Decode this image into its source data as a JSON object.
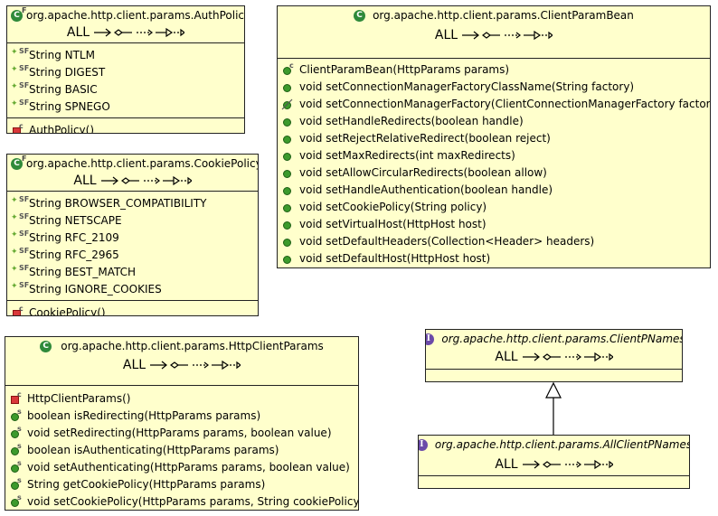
{
  "filter": {
    "all_label": "ALL"
  },
  "classes": {
    "auth_policy": {
      "title": "org.apache.http.client.params.AuthPolicy",
      "icon": "class-icon",
      "modifier": "F",
      "fields": [
        {
          "icon": "static-final-field-icon",
          "text": "String NTLM"
        },
        {
          "icon": "static-final-field-icon",
          "text": "String DIGEST"
        },
        {
          "icon": "static-final-field-icon",
          "text": "String BASIC"
        },
        {
          "icon": "static-final-field-icon",
          "text": "String SPNEGO"
        }
      ],
      "methods": [
        {
          "icon": "private-constructor-icon",
          "text": "AuthPolicy()"
        }
      ]
    },
    "cookie_policy": {
      "title": "org.apache.http.client.params.CookiePolicy",
      "icon": "class-icon",
      "modifier": "F",
      "fields": [
        {
          "icon": "static-final-field-icon",
          "text": "String BROWSER_COMPATIBILITY"
        },
        {
          "icon": "static-final-field-icon",
          "text": "String NETSCAPE"
        },
        {
          "icon": "static-final-field-icon",
          "text": "String RFC_2109"
        },
        {
          "icon": "static-final-field-icon",
          "text": "String RFC_2965"
        },
        {
          "icon": "static-final-field-icon",
          "text": "String BEST_MATCH"
        },
        {
          "icon": "static-final-field-icon",
          "text": "String IGNORE_COOKIES"
        }
      ],
      "methods": [
        {
          "icon": "private-constructor-icon",
          "text": "CookiePolicy()"
        }
      ]
    },
    "client_param_bean": {
      "title": "org.apache.http.client.params.ClientParamBean",
      "icon": "class-icon",
      "methods": [
        {
          "icon": "public-constructor-icon",
          "text": "ClientParamBean(HttpParams params)"
        },
        {
          "icon": "public-method-icon",
          "text": "void setConnectionManagerFactoryClassName(String factory)"
        },
        {
          "icon": "deprecated-method-icon",
          "text": "void setConnectionManagerFactory(ClientConnectionManagerFactory factory)"
        },
        {
          "icon": "public-method-icon",
          "text": "void setHandleRedirects(boolean handle)"
        },
        {
          "icon": "public-method-icon",
          "text": "void setRejectRelativeRedirect(boolean reject)"
        },
        {
          "icon": "public-method-icon",
          "text": "void setMaxRedirects(int maxRedirects)"
        },
        {
          "icon": "public-method-icon",
          "text": "void setAllowCircularRedirects(boolean allow)"
        },
        {
          "icon": "public-method-icon",
          "text": "void setHandleAuthentication(boolean handle)"
        },
        {
          "icon": "public-method-icon",
          "text": "void setCookiePolicy(String policy)"
        },
        {
          "icon": "public-method-icon",
          "text": "void setVirtualHost(HttpHost host)"
        },
        {
          "icon": "public-method-icon",
          "text": "void setDefaultHeaders(Collection<Header> headers)"
        },
        {
          "icon": "public-method-icon",
          "text": "void setDefaultHost(HttpHost host)"
        }
      ]
    },
    "http_client_params": {
      "title": "org.apache.http.client.params.HttpClientParams",
      "icon": "class-icon",
      "methods": [
        {
          "icon": "private-constructor-icon",
          "text": "HttpClientParams()"
        },
        {
          "icon": "static-method-icon",
          "text": "boolean isRedirecting(HttpParams params)"
        },
        {
          "icon": "static-method-icon",
          "text": "void setRedirecting(HttpParams params, boolean value)"
        },
        {
          "icon": "static-method-icon",
          "text": "boolean isAuthenticating(HttpParams params)"
        },
        {
          "icon": "static-method-icon",
          "text": "void setAuthenticating(HttpParams params, boolean value)"
        },
        {
          "icon": "static-method-icon",
          "text": "String getCookiePolicy(HttpParams params)"
        },
        {
          "icon": "static-method-icon",
          "text": "void setCookiePolicy(HttpParams params, String cookiePolicy)"
        }
      ]
    },
    "client_pnames": {
      "title": "org.apache.http.client.params.ClientPNames",
      "icon": "interface-icon"
    },
    "all_client_pnames": {
      "title": "org.apache.http.client.params.AllClientPNames",
      "icon": "interface-icon"
    }
  },
  "relations": [
    {
      "from": "all_client_pnames",
      "to": "client_pnames",
      "type": "generalization"
    }
  ]
}
